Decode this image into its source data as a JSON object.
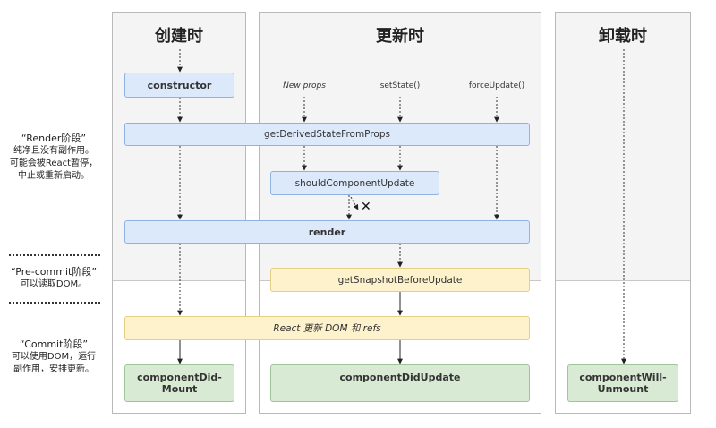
{
  "columns": {
    "mounting": {
      "title": "创建时"
    },
    "updating": {
      "title": "更新时"
    },
    "unmounting": {
      "title": "卸载时"
    }
  },
  "phases": {
    "render": {
      "title": "“Render阶段”",
      "line1": "纯净且没有副作用。",
      "line2": "可能会被React暂停，",
      "line3": "中止或重新启动。"
    },
    "precommit": {
      "title": "“Pre-commit阶段”",
      "line1": "可以读取DOM。"
    },
    "commit": {
      "title": "“Commit阶段”",
      "line1": "可以使用DOM，运行",
      "line2": "副作用，安排更新。"
    }
  },
  "triggers": {
    "new_props": "New props",
    "set_state": "setState()",
    "force_update": "forceUpdate()"
  },
  "boxes": {
    "constructor": "constructor",
    "get_derived": "getDerivedStateFromProps",
    "should_update": "shouldComponentUpdate",
    "render": "render",
    "snapshot": "getSnapshotBeforeUpdate",
    "react_updates": "React 更新 DOM 和 refs",
    "did_mount_1": "componentDid-",
    "did_mount_2": "Mount",
    "did_update": "componentDidUpdate",
    "will_unmount_1": "componentWill-",
    "will_unmount_2": "Unmount"
  },
  "cross_mark": "✕",
  "colors": {
    "render_box": "#dce9fb",
    "precommit_box": "#fdf2cc",
    "commit_box": "#d9ead4"
  }
}
